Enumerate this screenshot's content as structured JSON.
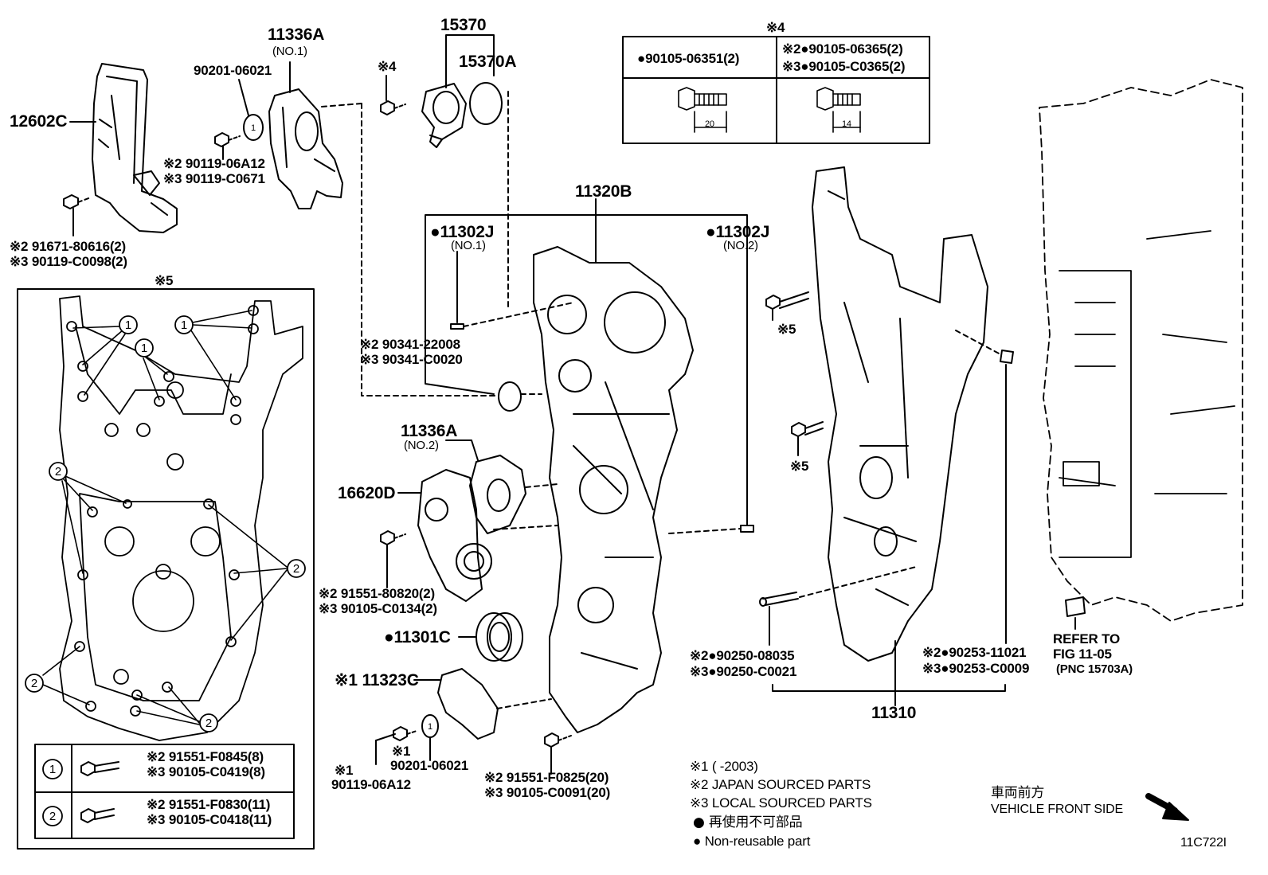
{
  "labels": {
    "p12602C": "12602C",
    "p11336A_top": "11336A",
    "p11336A_top_sub": "(NO.1)",
    "p90201_top": "90201-06021",
    "p15370": "15370",
    "p15370A": "15370A",
    "p90119_06A12_top": "※2 90119-06A12",
    "p90119_C0671": "※3 90119-C0671",
    "p91671": "※2 91671-80616(2)",
    "p90119_C0098": "※3 90119-C0098(2)",
    "mark4_bolt": "※4",
    "p11320B": "11320B",
    "p11302J_1": "●11302J",
    "p11302J_1_sub": "(NO.1)",
    "p11302J_2": "●11302J",
    "p11302J_2_sub": "(NO.2)",
    "p90341_22008": "※2 90341-22008",
    "p90341_C0020": "※3 90341-C0020",
    "p11336A_2": "11336A",
    "p11336A_2_sub": "(NO.2)",
    "p16620D": "16620D",
    "p91551_80820": "※2 91551-80820(2)",
    "p90105_C0134": "※3 90105-C0134(2)",
    "p11301C": "●11301C",
    "p11323C": "※1 11323C",
    "p90201_bottom": "90201-06021",
    "p90119_bottom_mark": "※1",
    "p90119_bottom": "90119-06A12",
    "p90119_bottom_mark2": "※1",
    "p91551_F0825": "※2 91551-F0825(20)",
    "p90105_C0091": "※3 90105-C0091(20)",
    "mark5_a": "※5",
    "mark5_b": "※5",
    "p90250_08035": "※2●90250-08035",
    "p90250_C0021": "※3●90250-C0021",
    "p11310": "11310",
    "p90253_11021": "※2●90253-11021",
    "p90253_C0009": "※3●90253-C0009",
    "refer1": "REFER TO",
    "refer2": "FIG 11-05",
    "refer3": "(PNC 15703A)",
    "mark5_box": "※5",
    "front_jp": "車両前方",
    "front_en": "VEHICLE FRONT SIDE",
    "fig_code": "11C722I"
  },
  "table4": {
    "mark": "※4",
    "col1": "●90105-06351(2)",
    "col2a": "※2●90105-06365(2)",
    "col2b": "※3●90105-C0365(2)",
    "len1": "20",
    "len2": "14"
  },
  "box5": {
    "callout1": "1",
    "callout2": "2",
    "row1": {
      "num": "1",
      "a": "※2 91551-F0845(8)",
      "b": "※3 90105-C0419(8)"
    },
    "row2": {
      "num": "2",
      "a": "※2 91551-F0830(11)",
      "b": "※3 90105-C0418(11)"
    }
  },
  "legend": {
    "l1": "※1 (      -2003)",
    "l2": "※2 JAPAN SOURCED PARTS",
    "l3": "※3 LOCAL SOURCED PARTS",
    "l4": "● 再使用不可部品",
    "l5": "● Non-reusable part"
  },
  "callout_circle_label": "1"
}
